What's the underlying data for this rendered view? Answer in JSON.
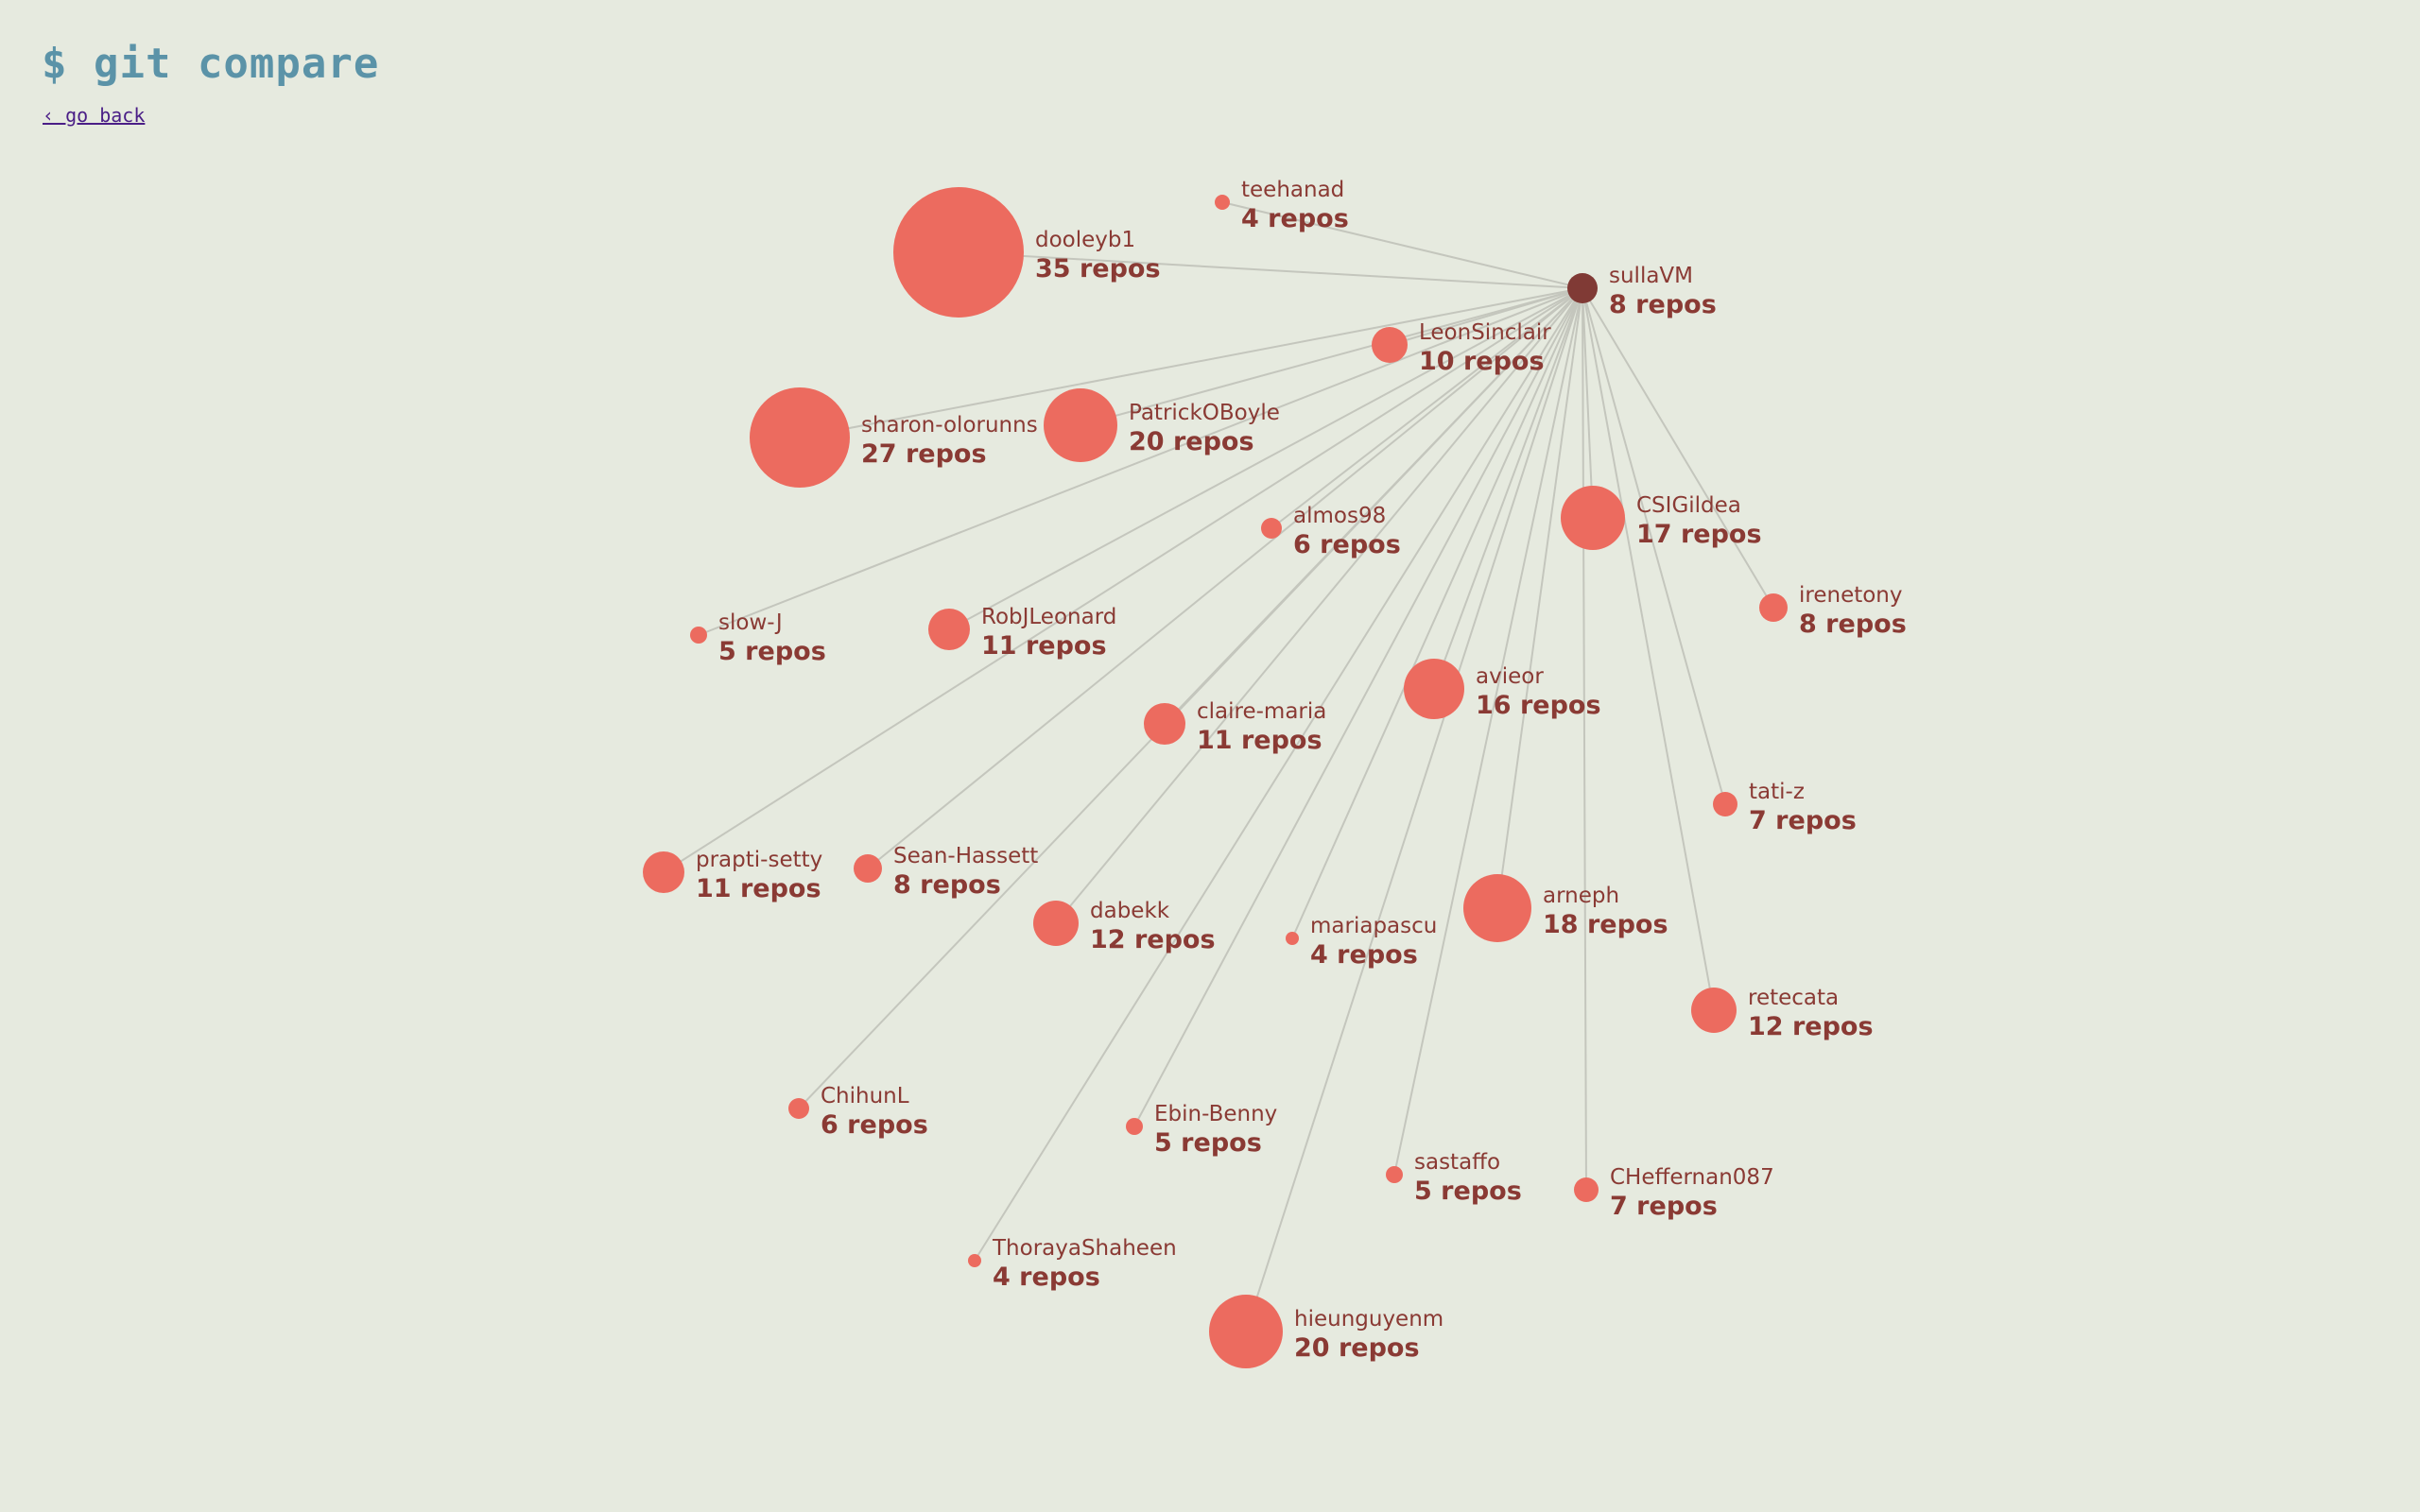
{
  "header": {
    "title": "$ git compare",
    "back_label": "‹ go back"
  },
  "graph": {
    "center": {
      "name": "sullaVM",
      "repos": "8 repos"
    },
    "nodes": [
      {
        "name": "teehanad",
        "repos": "4 repos"
      },
      {
        "name": "dooleyb1",
        "repos": "35 repos"
      },
      {
        "name": "LeonSinclair",
        "repos": "10 repos"
      },
      {
        "name": "sharon-olorunns",
        "repos": "27 repos"
      },
      {
        "name": "PatrickOBoyle",
        "repos": "20 repos"
      },
      {
        "name": "almos98",
        "repos": "6 repos"
      },
      {
        "name": "CSIGildea",
        "repos": "17 repos"
      },
      {
        "name": "irenetony",
        "repos": "8 repos"
      },
      {
        "name": "slow-J",
        "repos": "5 repos"
      },
      {
        "name": "RobJLeonard",
        "repos": "11 repos"
      },
      {
        "name": "avieor",
        "repos": "16 repos"
      },
      {
        "name": "claire-maria",
        "repos": "11 repos"
      },
      {
        "name": "tati-z",
        "repos": "7 repos"
      },
      {
        "name": "prapti-setty",
        "repos": "11 repos"
      },
      {
        "name": "Sean-Hassett",
        "repos": "8 repos"
      },
      {
        "name": "dabekk",
        "repos": "12 repos"
      },
      {
        "name": "mariapascu",
        "repos": "4 repos"
      },
      {
        "name": "arneph",
        "repos": "18 repos"
      },
      {
        "name": "retecata",
        "repos": "12 repos"
      },
      {
        "name": "ChihunL",
        "repos": "6 repos"
      },
      {
        "name": "Ebin-Benny",
        "repos": "5 repos"
      },
      {
        "name": "sastaffo",
        "repos": "5 repos"
      },
      {
        "name": "CHeffernan087",
        "repos": "7 repos"
      },
      {
        "name": "ThorayaShaheen",
        "repos": "4 repos"
      },
      {
        "name": "hieunguyenm",
        "repos": "20 repos"
      }
    ]
  },
  "colors": {
    "background": "#e6eadf",
    "node": "#ec6b5f",
    "center_node": "#803a35",
    "label": "#8a3a34",
    "edge": "#c4c6bd",
    "title": "#5b93a8",
    "link": "#4a1e86"
  }
}
